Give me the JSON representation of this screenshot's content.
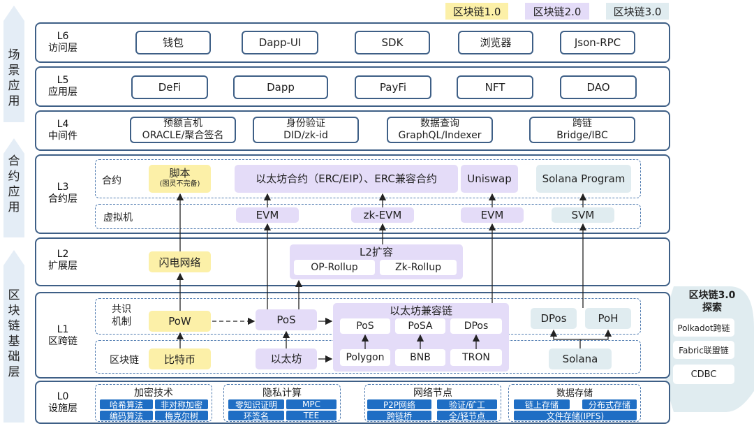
{
  "legend": [
    {
      "label": "区块链1.0",
      "color": "#fcf0a8"
    },
    {
      "label": "区块链2.0",
      "color": "#e4dcf8"
    },
    {
      "label": "区块链3.0",
      "color": "#e0ecf0"
    }
  ],
  "side": {
    "scene": "场景应用",
    "contract": "合约应用",
    "base": "区块链基础层"
  },
  "layers": {
    "l6": {
      "code": "L6",
      "name": "访问层",
      "items": [
        "钱包",
        "Dapp-UI",
        "SDK",
        "浏览器",
        "Json-RPC"
      ]
    },
    "l5": {
      "code": "L5",
      "name": "应用层",
      "items": [
        "DeFi",
        "Dapp",
        "PayFi",
        "NFT",
        "DAO"
      ]
    },
    "l4": {
      "code": "L4",
      "name": "中间件",
      "items": [
        {
          "line1": "预额言机",
          "line2": "ORACLE/聚合签名"
        },
        {
          "line1": "身份验证",
          "line2": "DID/zk-id"
        },
        {
          "line1": "数据查询",
          "line2": "GraphQL/Indexer"
        },
        {
          "line1": "跨链",
          "line2": "Bridge/IBC"
        }
      ]
    },
    "l3": {
      "code": "L3",
      "name": "合约层",
      "contract_row": "合约",
      "script": "脚本",
      "script_note": "(图灵不完备)",
      "eth_contract": "以太坊合约（ERC/EIP）、ERC兼容合约",
      "uniswap": "Uniswap",
      "solana_program": "Solana Program",
      "vm_row": "虚拟机",
      "vms": [
        "EVM",
        "zk-EVM",
        "EVM",
        "SVM"
      ]
    },
    "l2": {
      "code": "L2",
      "name": "扩展层",
      "lightning": "闪电网络",
      "l2_title": "L2扩容",
      "rollups": [
        "OP-Rollup",
        "Zk-Rollup"
      ]
    },
    "l1": {
      "code": "L1",
      "name": "区跨链",
      "consensus_row": "共识\n机制",
      "chain_row": "区块链",
      "pow": "PoW",
      "pos": "PoS",
      "eth_compat": "以太坊兼容链",
      "compat_consensus": [
        "PoS",
        "PoSA",
        "DPos"
      ],
      "compat_chains": [
        "Polygon",
        "BNB",
        "TRON"
      ],
      "dpos": "DPos",
      "poh": "PoH",
      "bitcoin": "比特币",
      "ethereum": "以太坊",
      "solana": "Solana"
    },
    "l0": {
      "code": "L0",
      "name": "设施层",
      "groups": [
        {
          "title": "加密技术",
          "items": [
            "哈希算法",
            "非对称加密",
            "编码算法",
            "梅克尔树"
          ]
        },
        {
          "title": "隐私计算",
          "items": [
            "零知识证明",
            "MPC",
            "环签名",
            "TEE"
          ]
        },
        {
          "title": "网络节点",
          "items": [
            "P2P网络",
            "验证/矿工",
            "跨链桥",
            "全/轻节点"
          ]
        },
        {
          "title": "数据存储",
          "items": [
            "链上存储",
            "分布式存储",
            "文件存储(IPFS)"
          ]
        }
      ]
    }
  },
  "explore": {
    "title": "区块链3.0\n探索",
    "items": [
      "Polkadot跨链",
      "Fabric联盟链",
      "CDBC"
    ]
  }
}
